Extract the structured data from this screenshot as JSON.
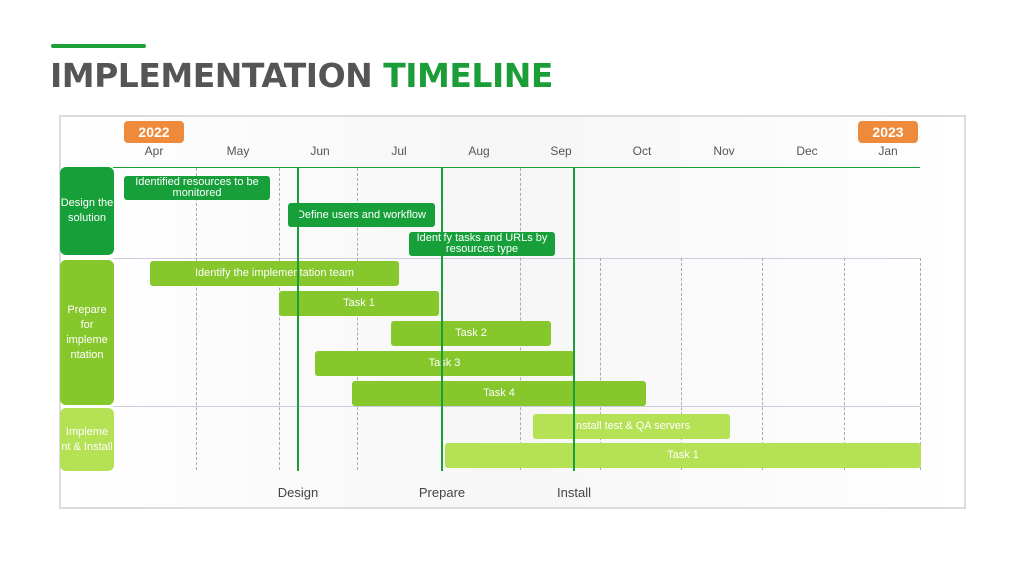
{
  "header": {
    "title_main": "IMPLEMENTATION",
    "title_accent": "TIMELINE"
  },
  "colors": {
    "design": "#17a03a",
    "prepare": "#86c72c",
    "implement": "#b5e154",
    "year_badge": "#ee8a3a",
    "milestone_line": "#1b9e38",
    "title_gray": "#555555"
  },
  "timeline": {
    "years": [
      {
        "label": "2022",
        "month": "Apr"
      },
      {
        "label": "2023",
        "month": "Jan"
      }
    ],
    "months": [
      "Apr",
      "May",
      "Jun",
      "Jul",
      "Aug",
      "Sep",
      "Oct",
      "Nov",
      "Dec",
      "Jan"
    ],
    "milestones": [
      "Design",
      "Prepare",
      "Install"
    ]
  },
  "phases": [
    {
      "label": "Design the solution"
    },
    {
      "label": "Prepare for impleme ntation"
    },
    {
      "label": "Impleme nt & Install"
    }
  ],
  "chart_data": {
    "type": "gantt",
    "title": "IMPLEMENTATION TIMELINE",
    "x_axis": {
      "categories": [
        "Apr 2022",
        "May",
        "Jun",
        "Jul",
        "Aug",
        "Sep",
        "Oct",
        "Nov",
        "Dec",
        "Jan 2023"
      ]
    },
    "milestones": [
      {
        "name": "Design",
        "approx_month": "Jun (early)"
      },
      {
        "name": "Prepare",
        "approx_month": "Jul/Aug boundary"
      },
      {
        "name": "Install",
        "approx_month": "Sep"
      }
    ],
    "tasks": [
      {
        "phase": "Design the solution",
        "name": "Identified resources to be monitored",
        "start": "Apr",
        "end": "mid-May"
      },
      {
        "phase": "Design the solution",
        "name": "Define users and workflow",
        "start": "late May",
        "end": "Jul"
      },
      {
        "phase": "Design the solution",
        "name": "Identify tasks and URLs by resources type",
        "start": "Jul",
        "end": "Aug"
      },
      {
        "phase": "Prepare for implementation",
        "name": "Identify the implementation team",
        "start": "Apr",
        "end": "Jul"
      },
      {
        "phase": "Prepare for implementation",
        "name": "Task 1",
        "start": "late May",
        "end": "Jul"
      },
      {
        "phase": "Prepare for implementation",
        "name": "Task 2",
        "start": "Jul",
        "end": "Aug"
      },
      {
        "phase": "Prepare for implementation",
        "name": "Task 3",
        "start": "Jun",
        "end": "Sep"
      },
      {
        "phase": "Prepare for implementation",
        "name": "Task 4",
        "start": "Jun",
        "end": "Sep/Oct"
      },
      {
        "phase": "Implement & Install",
        "name": "Install test & QA servers",
        "start": "Aug",
        "end": "Oct/Nov"
      },
      {
        "phase": "Implement & Install",
        "name": "Task 1",
        "start": "Jul/Aug",
        "end": "Jan"
      }
    ]
  },
  "bars": [
    {
      "label": "Identified resources to be monitored"
    },
    {
      "label": "Define users and workflow"
    },
    {
      "label": "Identify tasks and URLs by resources type"
    },
    {
      "label": "Identify the implementation team"
    },
    {
      "label": "Task 1"
    },
    {
      "label": "Task 2"
    },
    {
      "label": "Task 3"
    },
    {
      "label": "Task 4"
    },
    {
      "label": "Install test & QA servers"
    },
    {
      "label": "Task 1"
    }
  ]
}
